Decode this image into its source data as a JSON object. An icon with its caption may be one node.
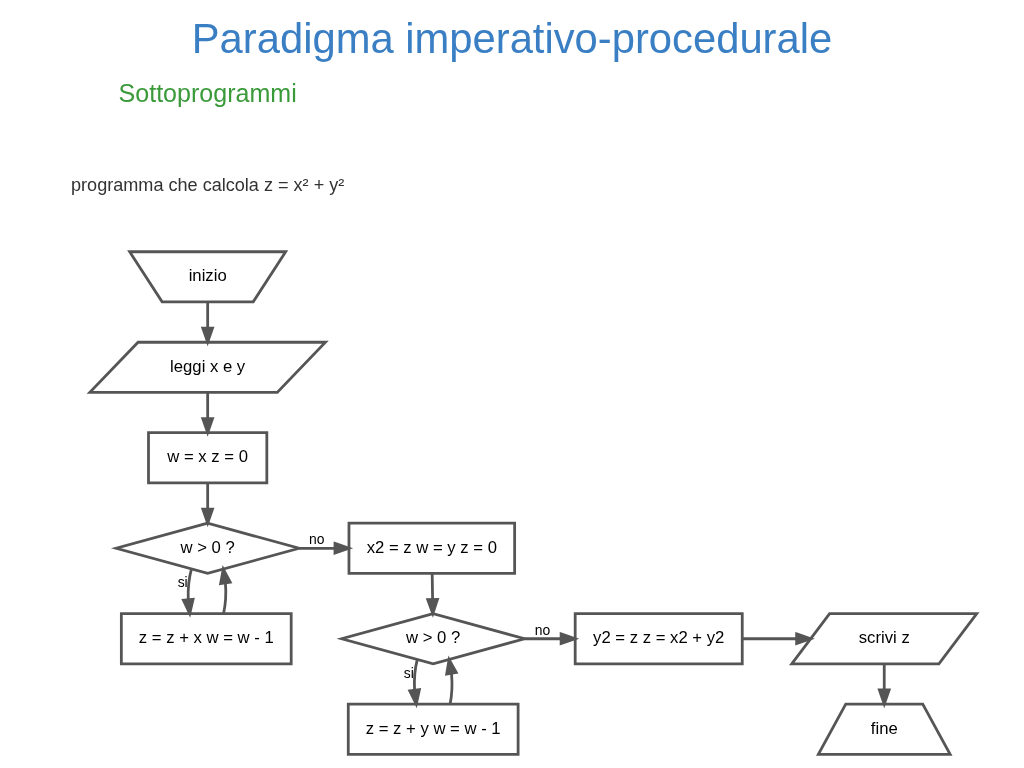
{
  "diagram": {
    "title": "Paradigma imperativo-procedurale",
    "nodes": [
      {
        "text": [
          "inizio"
        ]
      },
      {
        "text": [
          "leggi x e y"
        ]
      },
      {
        "text": [
          "w = x z = 0"
        ]
      },
      {
        "text": [
          "w > 0 ?"
        ]
      },
      {
        "text": [
          "z = z + x w = w - 1"
        ]
      },
      {
        "text": [
          "x2 = z w = y z = 0"
        ]
      },
      {
        "text": [
          "w > 0 ?"
        ]
      },
      {
        "text": [
          "z = z + y w = w - 1"
        ]
      },
      {
        "text": [
          "y2 = z z = x2 + y2"
        ]
      },
      {
        "text": [
          "scrivi z"
        ]
      },
      {
        "text": [
          "fine"
        ]
      }
    ],
    "edges": [
      {
        "from": 0,
        "to": 1,
        "arrow": "to"
      },
      {
        "from": 1,
        "to": 2,
        "arrow": "to"
      },
      {
        "from": 2,
        "to": 3,
        "arrow": "to"
      },
      {
        "from": 3,
        "to": 4,
        "arrow": "to",
        "label": "si"
      },
      {
        "from": 3,
        "to": 5,
        "arrow": "to",
        "label": "no"
      },
      {
        "from": 4,
        "to": 3,
        "arrow": "to"
      },
      {
        "from": 5,
        "to": 6,
        "arrow": "to"
      },
      {
        "from": 6,
        "to": 7,
        "arrow": "to",
        "label": "si"
      },
      {
        "from": 6,
        "to": 8,
        "arrow": "to",
        "label": "no"
      },
      {
        "from": 7,
        "to": 6,
        "arrow": "to"
      },
      {
        "from": 8,
        "to": 9,
        "arrow": "to"
      },
      {
        "from": 9,
        "to": 10,
        "arrow": "to"
      }
    ],
    "labels": [
      "Sottoprogrammi",
      "programma che calcola z = x² + y²"
    ]
  }
}
